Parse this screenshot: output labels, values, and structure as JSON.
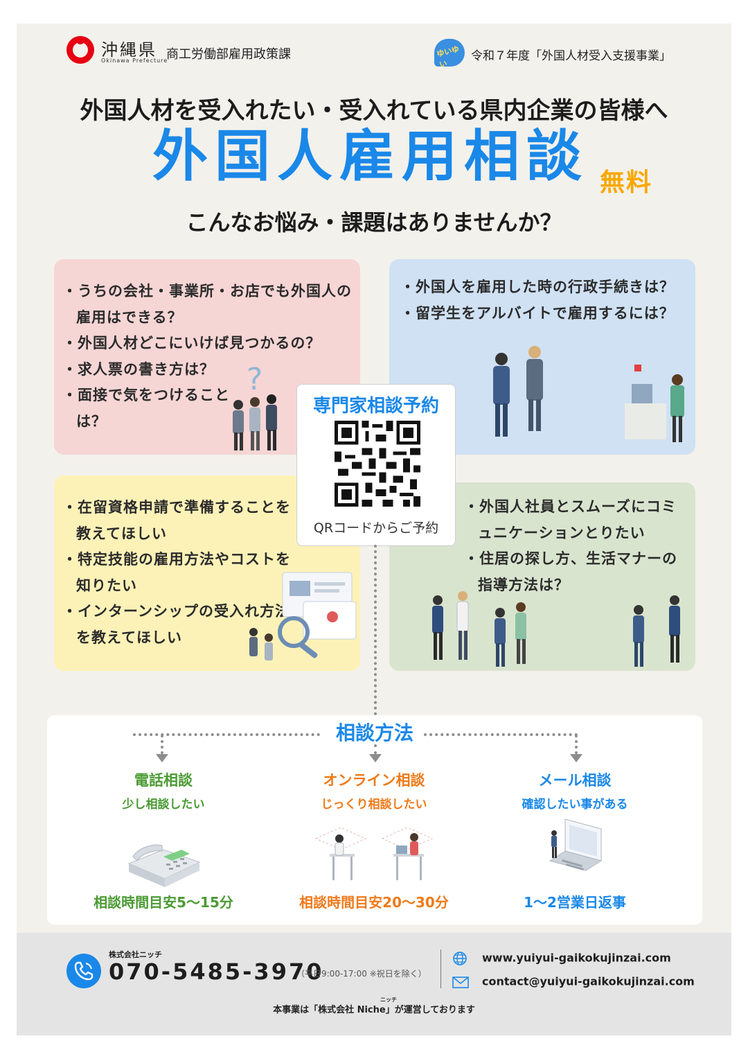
{
  "header": {
    "pref_name": "沖縄県",
    "pref_name_en": "Okinawa Prefecture",
    "department": "商工労働部雇用政策課",
    "project_logo_text": "ゆいゆい",
    "project": "令和７年度「外国人材受入支援事業」"
  },
  "title": {
    "lead": "外国人材を受入れたい・受入れている県内企業の皆様へ",
    "main": "外国人雇用相談",
    "badge": "無料",
    "question": "こんなお悩み・課題はありませんか？"
  },
  "concerns": {
    "pink": [
      "うちの会社・事業所・お店でも外国人の雇用はできる？",
      "外国人材どこにいけば見つかるの？",
      "求人票の書き方は？",
      "面接で気をつけることは？"
    ],
    "blue": [
      "外国人を雇用した時の行政手続きは？",
      "留学生をアルバイトで雇用するには？"
    ],
    "yellow": [
      "在留資格申請で準備することを教えてほしい",
      "特定技能の雇用方法やコストを知りたい",
      "インターンシップの受入れ方法を教えてほしい"
    ],
    "green": [
      "外国人社員とスムーズにコミュニケーションとりたい",
      "住居の探し方、生活マナーの指導方法は？"
    ]
  },
  "qr": {
    "title": "専門家相談予約",
    "caption": "QRコードからご予約"
  },
  "methods": {
    "title": "相談方法",
    "items": [
      {
        "name": "電話相談",
        "sub": "少し相談したい",
        "note": "相談時間目安5〜15分",
        "color": "#4a9a33"
      },
      {
        "name": "オンライン相談",
        "sub": "じっくり相談したい",
        "note": "相談時間目安20〜30分",
        "color": "#ee7a1a"
      },
      {
        "name": "メール相談",
        "sub": "確認したい事がある",
        "note": "1〜2営業日返事",
        "color": "#1a88e8"
      }
    ]
  },
  "footer": {
    "company": "株式会社ニッチ",
    "phone": "070-5485-3970",
    "hours": "（平日9:00-17:00 ※祝日を除く）",
    "website": "www.yuiyui-gaikokujinzai.com",
    "email": "contact@yuiyui-gaikokujinzai.com",
    "niche_ruby": "ニッチ",
    "operated_by": "本事業は「株式会社 Niche」が運営しております"
  },
  "colors": {
    "accent": "#1a88e8",
    "free_badge": "#f7a800",
    "pink_box": "#f6d5d5",
    "blue_box": "#cfe1f3",
    "yellow_box": "#fcf2b8",
    "green_box": "#d9e4cf"
  },
  "icons": [
    "okinawa-prefecture-logo",
    "yuiyui-logo",
    "qr-code",
    "phone-icon",
    "telephone-illustration",
    "online-meeting-illustration",
    "laptop-illustration",
    "globe-icon",
    "mail-icon"
  ]
}
